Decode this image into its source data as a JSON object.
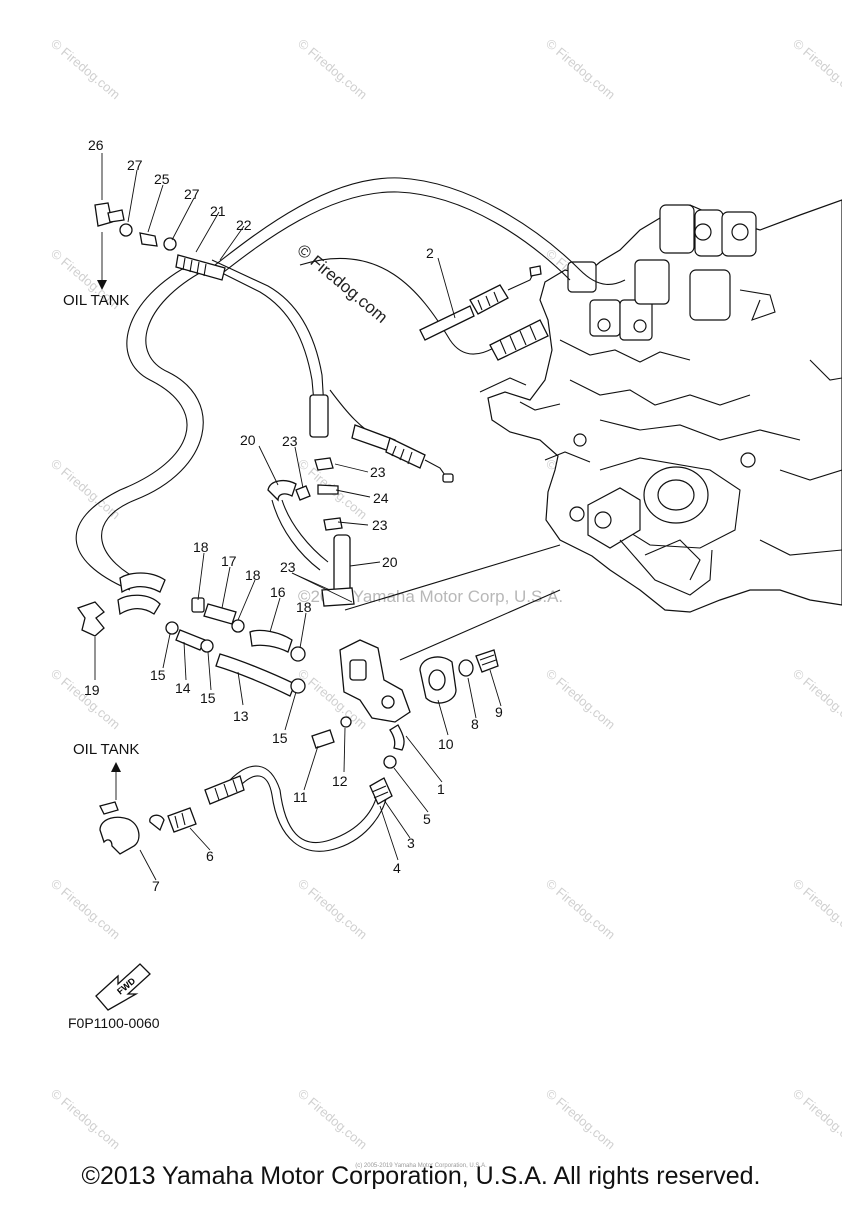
{
  "watermark": {
    "brand": "© Firedog.com",
    "center_brand": "© Firedog.com",
    "center_copyright": "©2013 Yamaha Motor Corp, U.S.A."
  },
  "diagram": {
    "labels": [
      "1",
      "2",
      "3",
      "4",
      "5",
      "6",
      "7",
      "8",
      "9",
      "10",
      "11",
      "12",
      "13",
      "14",
      "15",
      "15",
      "15",
      "16",
      "17",
      "18",
      "18",
      "18",
      "19",
      "20",
      "20",
      "21",
      "22",
      "23",
      "23",
      "23",
      "23",
      "24",
      "25",
      "26",
      "27",
      "27"
    ],
    "oil_tank_top": "OIL TANK",
    "oil_tank_bottom": "OIL TANK",
    "fwd": "FWD",
    "code": "F0P1100-0060"
  },
  "footer": {
    "copyright": "©2013 Yamaha Motor Corporation, U.S.A. All rights reserved.",
    "tiny": "(c) 2005-2019 Yamaha Motor Corporation, U.S.A."
  }
}
